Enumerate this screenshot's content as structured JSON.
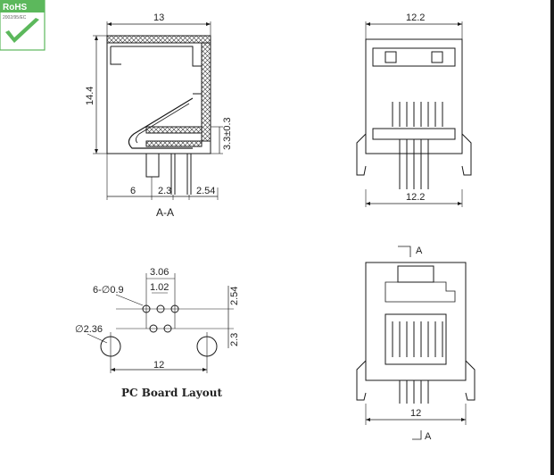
{
  "rohs": {
    "title": "RoHS",
    "subtitle": "2002/95/EC"
  },
  "side_view": {
    "width_top": "13",
    "height": "14.4",
    "pin_height": "3.3±0.3",
    "offset_left": "6",
    "pin_spacing": "2.3",
    "pin_offset": "2.54",
    "section_label": "A-A"
  },
  "front_view": {
    "width_top": "12.2",
    "width_bottom": "12.2"
  },
  "pcb_layout": {
    "hole_pitch_a": "3.06",
    "hole_pitch_b": "1.02",
    "hole_label": "6-∅0.9",
    "row_spacing": "2.54",
    "mount_hole_label": "∅2.36",
    "mount_row_offset": "2.3",
    "mount_spacing": "12",
    "title": "PC Board Layout"
  },
  "top_view": {
    "width": "12",
    "section_top": "A",
    "section_bottom": "A"
  },
  "colors": {
    "rohs_green": "#5cb85c",
    "line": "#1a1a1a",
    "hatch": "#333333"
  }
}
